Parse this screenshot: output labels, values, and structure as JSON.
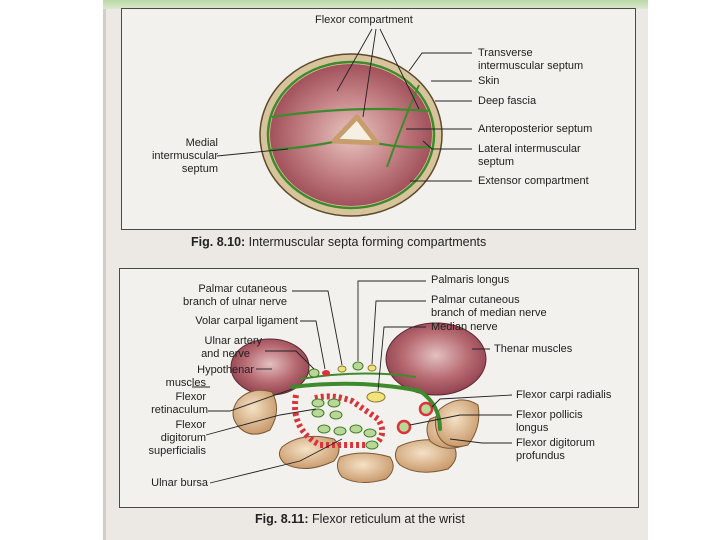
{
  "figures": {
    "fig1": {
      "caption_number": "Fig. 8.10:",
      "caption_text": "Intermuscular septa forming compartments",
      "labels": {
        "flexor_compartment": "Flexor compartment",
        "transverse_1": "Transverse",
        "transverse_2": "intermuscular septum",
        "skin": "Skin",
        "deep_fascia": "Deep fascia",
        "anteroposterior": "Anteroposterior septum",
        "lateral_1": "Lateral intermuscular",
        "lateral_2": "septum",
        "extensor": "Extensor compartment",
        "medial_1": "Medial",
        "medial_2": "intermuscular",
        "medial_3": "septum"
      }
    },
    "fig2": {
      "caption_number": "Fig. 8.11:",
      "caption_text": "Flexor reticulum at the wrist",
      "labels": {
        "palmaris_longus": "Palmaris longus",
        "pcb_median_1": "Palmar cutaneous",
        "pcb_median_2": "branch of median nerve",
        "median_nerve": "Median nerve",
        "thenar": "Thenar muscles",
        "fcr": "Flexor carpi radialis",
        "fpl_1": "Flexor pollicis",
        "fpl_2": "longus",
        "fdp_1": "Flexor digitorum",
        "fdp_2": "profundus",
        "pcb_ulnar_1": "Palmar cutaneous",
        "pcb_ulnar_2": "branch of ulnar nerve",
        "volar": "Volar carpal ligament",
        "ulnar_artery_1": "Ulnar artery",
        "ulnar_artery_2": "and nerve",
        "hypothenar_1": "Hypothenar",
        "hypothenar_2": "muscles",
        "retinaculum_1": "Flexor",
        "retinaculum_2": "retinaculum",
        "fds_1": "Flexor",
        "fds_2": "digitorum",
        "fds_3": "superficialis",
        "ulnar_bursa": "Ulnar bursa"
      }
    }
  },
  "colors": {
    "page": "#ece8e3",
    "muscle": "#a4505a",
    "septum_green": "#3f8a2c",
    "bone": "#d9b38a",
    "bursa_red": "#d8343b"
  }
}
